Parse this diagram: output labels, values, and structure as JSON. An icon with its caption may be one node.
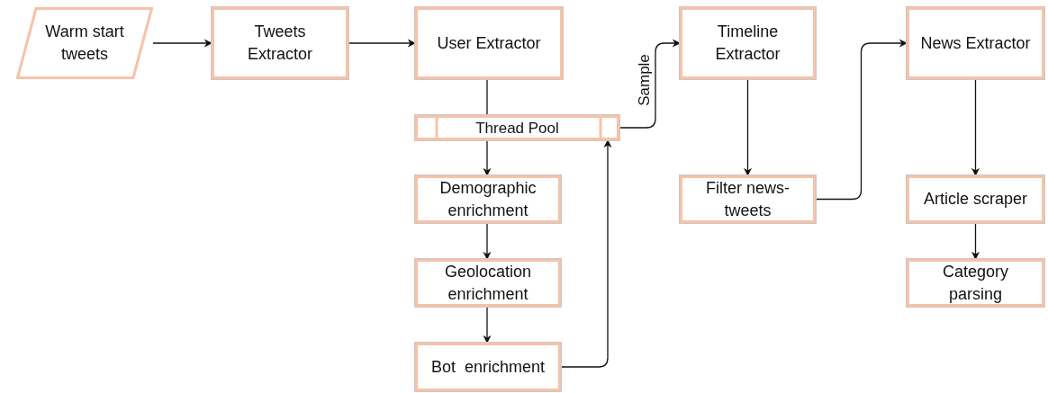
{
  "diagram": {
    "nodes": [
      {
        "text": [
          "Warm start tweets"
        ]
      },
      {
        "text": [
          "Tweets Extractor"
        ]
      },
      {
        "text": [
          "User Extractor"
        ]
      },
      {
        "text": [
          "Thread Pool"
        ]
      },
      {
        "text": [
          "Demographic enrichment"
        ]
      },
      {
        "text": [
          "Geolocation enrichment"
        ]
      },
      {
        "text": [
          "Bot  enrichment"
        ]
      },
      {
        "text": [
          "Timeline Extractor"
        ]
      },
      {
        "text": [
          "Filter news-tweets"
        ]
      },
      {
        "text": [
          "News Extractor"
        ]
      },
      {
        "text": [
          "Article scraper"
        ]
      },
      {
        "text": [
          "Category parsing"
        ]
      }
    ],
    "edges": [
      {
        "from": 0,
        "to": 1,
        "arrow": "to"
      },
      {
        "from": 1,
        "to": 2,
        "arrow": "to"
      },
      {
        "from": 2,
        "to": 3,
        "arrow": "none"
      },
      {
        "from": 3,
        "to": 4,
        "arrow": "to"
      },
      {
        "from": 4,
        "to": 5,
        "arrow": "to"
      },
      {
        "from": 5,
        "to": 6,
        "arrow": "to"
      },
      {
        "from": 6,
        "to": 3,
        "arrow": "to"
      },
      {
        "from": 3,
        "to": 7,
        "arrow": "to",
        "label": "Sample"
      },
      {
        "from": 7,
        "to": 8,
        "arrow": "to"
      },
      {
        "from": 8,
        "to": 9,
        "arrow": "to"
      },
      {
        "from": 9,
        "to": 10,
        "arrow": "to"
      },
      {
        "from": 10,
        "to": 11,
        "arrow": "to"
      }
    ]
  }
}
